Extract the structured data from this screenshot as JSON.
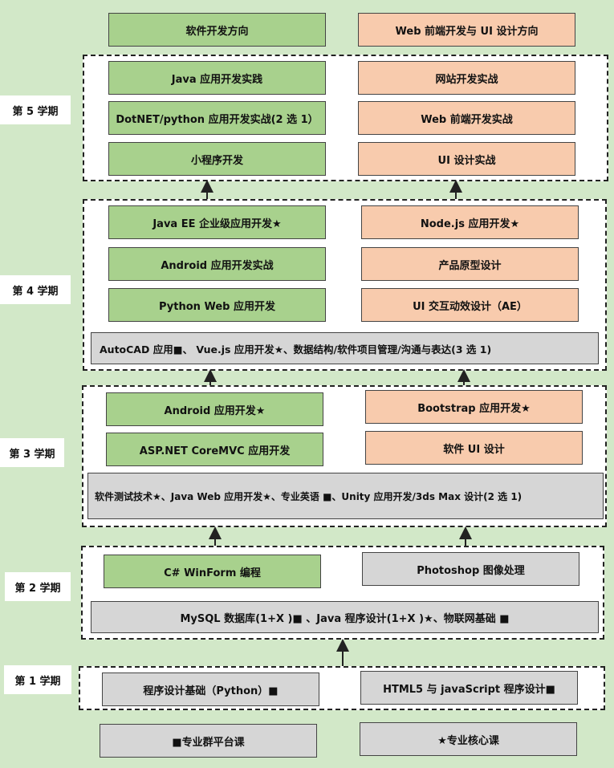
{
  "directions": {
    "software": "软件开发方向",
    "web_ui": "Web 前端开发与 UI 设计方向"
  },
  "semesters": {
    "s5": "第 5 学期",
    "s4": "第 4 学期",
    "s3": "第 3 学期",
    "s2": "第 2 学期",
    "s1": "第 1 学期"
  },
  "s5": {
    "left": [
      "Java  应用开发实践",
      "DotNET/python 应用开发实战(2 选 1）",
      "小程序开发"
    ],
    "right": [
      "网站开发实战",
      "Web 前端开发实战",
      "UI 设计实战"
    ]
  },
  "s4": {
    "left": [
      "Java EE 企业级应用开发★",
      "Android 应用开发实战",
      "Python Web 应用开发"
    ],
    "right": [
      "Node.js 应用开发★",
      "产品原型设计",
      "UI 交互动效设计（AE）"
    ],
    "shared": "AutoCAD 应用■、 Vue.js 应用开发★、数据结构/软件项目管理/沟通与表达(3 选 1)"
  },
  "s3": {
    "left": [
      "Android 应用开发★",
      "ASP.NET CoreMVC 应用开发"
    ],
    "right": [
      "Bootstrap 应用开发★",
      "软件 UI 设计"
    ],
    "shared": "软件测试技术★、Java Web 应用开发★、专业英语 ■、Unity 应用开发/3ds Max 设计(2 选 1)"
  },
  "s2": {
    "left": "C# WinForm 编程",
    "right": "Photoshop 图像处理",
    "shared": "MySQL 数据库(1+X )■ 、Java 程序设计(1+X )★、物联网基础 ■"
  },
  "s1": {
    "left": "程序设计基础（Python）■",
    "right": "HTML5 与 javaScript 程序设计■"
  },
  "legend": {
    "platform": "■专业群平台课",
    "core": "★专业核心课"
  },
  "colors": {
    "software_track": "#a8d18d",
    "web_ui_track": "#f8cbad",
    "shared_course": "#d6d6d6",
    "background": "#d2e8c8"
  }
}
